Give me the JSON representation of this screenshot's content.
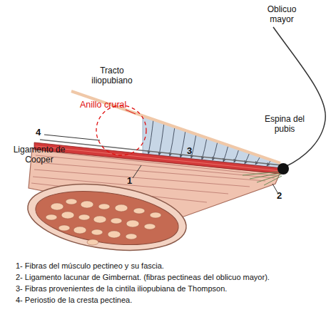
{
  "diagram": {
    "labels": [
      "Oblicuo mayor",
      "Tracto iliopubiano",
      "Anillo crural",
      "4",
      "Ligamento de Cooper",
      "3",
      "Espina del pubis",
      "1",
      "2",
      "1- Fibras del músculo pectineo y su fascia.",
      "2- Ligamento lacunar de Gimbernat. (fibras pectineas del oblicuo mayor).",
      "3- Fibras provenientes de la cintila iliopubiana de Thompson.",
      "4- Periostio de la cresta pectinea."
    ]
  }
}
